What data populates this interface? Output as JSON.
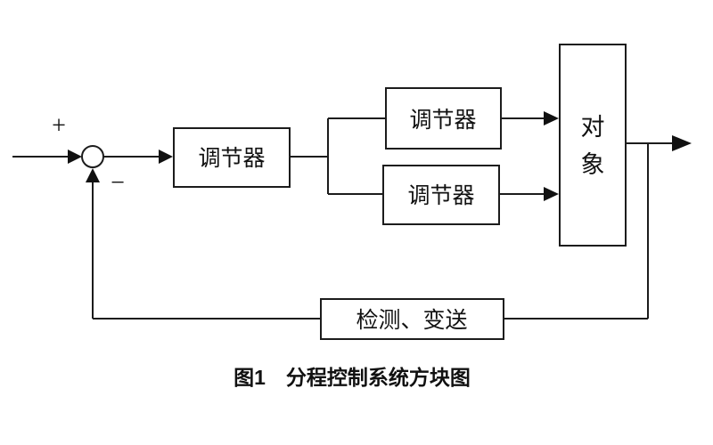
{
  "diagram": {
    "signs": {
      "plus": "+",
      "minus": "−"
    },
    "blocks": {
      "controller_main": "调节器",
      "controller_top": "调节器",
      "controller_bottom": "调节器",
      "plant_char1": "对",
      "plant_char2": "象",
      "feedback": "检测、变送"
    },
    "caption": "图1　分程控制系统方块图",
    "colors": {
      "line": "#1c1c1c",
      "arrow": "#111111",
      "background": "#ffffff"
    }
  }
}
